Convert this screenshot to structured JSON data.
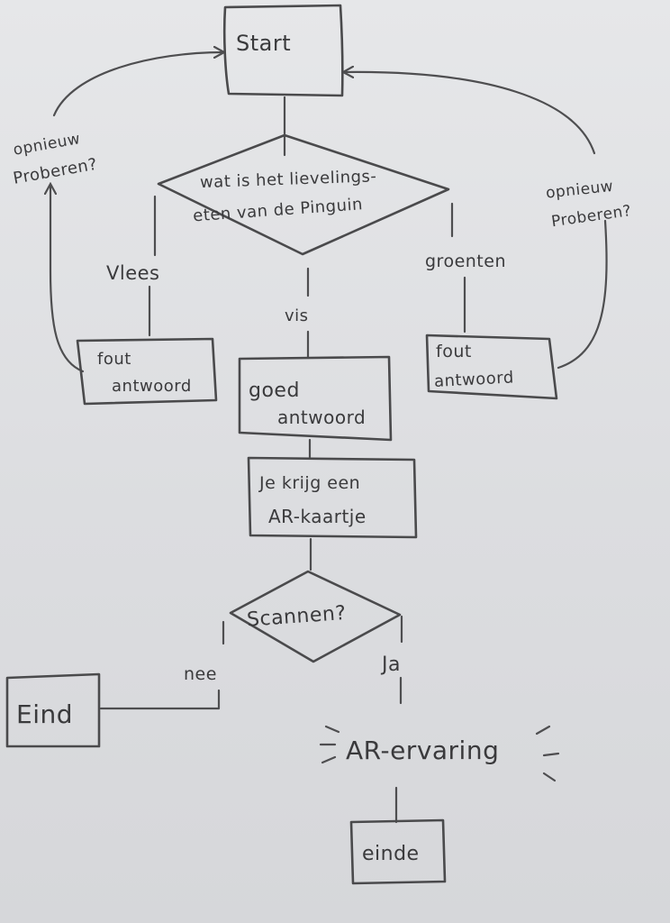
{
  "nodes": {
    "start": "Start",
    "question_line1": "wat is het lievelings-",
    "question_line2": "eten van de Pinguin",
    "wrong_left_line1": "fout",
    "wrong_left_line2": "antwoord",
    "wrong_right_line1": "fout",
    "wrong_right_line2": "antwoord",
    "correct_line1": "goed",
    "correct_line2": "antwoord",
    "card_line1": "Je krijg een",
    "card_line2": "AR-kaartje",
    "scan": "Scannen?",
    "end_left": "Eind",
    "ar_experience": "AR-ervaring",
    "end_bottom": "einde"
  },
  "edges": {
    "meat": "Vlees",
    "fish": "vis",
    "vegetables": "groenten",
    "retry_left_line1": "opnieuw",
    "retry_left_line2": "Proberen?",
    "retry_right_line1": "opnieuw",
    "retry_right_line2": "Proberen?",
    "no": "nee",
    "yes": "Ja"
  },
  "colors": {
    "paper": "#e2e3e5",
    "pencil": "#3a3a3c"
  }
}
